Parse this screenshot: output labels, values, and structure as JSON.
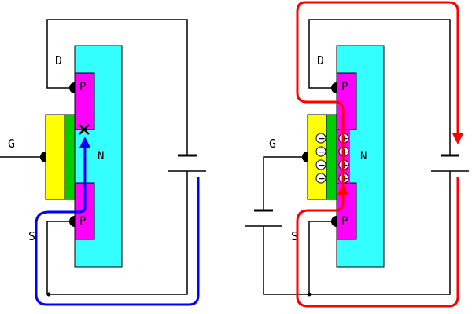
{
  "left_diagram": {
    "terminals": {
      "drain": "D",
      "gate": "G",
      "source": "S"
    },
    "regions": {
      "substrate": "N",
      "drain_p": "P",
      "source_p": "P"
    },
    "current_color": "#0000ff"
  },
  "right_diagram": {
    "terminals": {
      "drain": "D",
      "gate": "G",
      "source": "S"
    },
    "regions": {
      "substrate": "N",
      "drain_p": "P",
      "source_p": "P"
    },
    "channel_charge_symbol": "+",
    "gate_charge_symbol": "−",
    "current_color": "#ff0000"
  },
  "colors": {
    "substrate": "#33ffff",
    "p_region": "#ff00ff",
    "gate_metal": "#ffff00",
    "oxide": "#00cc00",
    "wire": "#000000"
  }
}
